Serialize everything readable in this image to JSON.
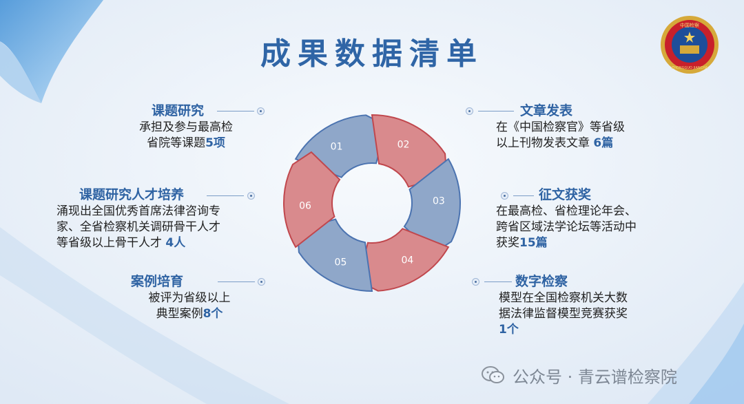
{
  "title": "成果数据清单",
  "emblem": {
    "top_text": "中国检察",
    "bottom_text": "ZHONGGUO JIANCHA"
  },
  "wheel_labels": [
    "01",
    "02",
    "03",
    "04",
    "05",
    "06"
  ],
  "colors": {
    "blue_segment": "#8fa7c9",
    "red_segment": "#d98a8d",
    "title": "#2f65a6",
    "accent": "#2f63a3"
  },
  "items": {
    "keti": {
      "heading": "课题研究",
      "line1": "承担及参与最高检",
      "line2a": "省院等课题",
      "line2b": "5项"
    },
    "rencai": {
      "heading": "课题研究人才培养",
      "line1": "涌现出全国优秀首席法律咨询专",
      "line2": "家、全省检察机关调研骨干人才",
      "line3a": "等省级以上骨干人才 ",
      "line3b": "4人"
    },
    "anli": {
      "heading": "案例培育",
      "line1": "被评为省级以上",
      "line2a": "典型案例",
      "line2b": "8个"
    },
    "wenzhang": {
      "heading": "文章发表",
      "line1": "在《中国检察官》等省级",
      "line2a": "以上刊物发表文章 ",
      "line2b": "6篇"
    },
    "zhengwen": {
      "heading": "征文获奖",
      "line1": "在最高检、省检理论年会、",
      "line2": "跨省区域法学论坛等活动中",
      "line3a": "获奖",
      "line3b": "15篇"
    },
    "shuzi": {
      "heading": "数字检察",
      "line1": "模型在全国检察机关大数",
      "line2": "据法律监督模型竞赛获奖",
      "line3": "1个"
    }
  },
  "watermark": "公众号 · 青云谱检察院"
}
